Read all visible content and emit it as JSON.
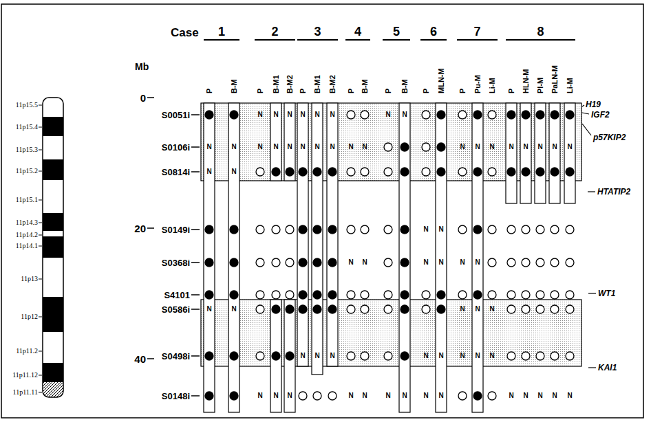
{
  "diagram": {
    "labels": [
      "Case",
      "1",
      "2",
      "3",
      "4",
      "5",
      "6",
      "7",
      "8",
      "P",
      "B-M",
      "P",
      "B-M1",
      "B-M2",
      "P",
      "B-M1",
      "B-M2",
      "P",
      "B-M",
      "P",
      "B-M",
      "P",
      "MLN-M",
      "P",
      "Pu-M",
      "Li-M",
      "P",
      "HLN-M",
      "Pl-M",
      "PaLN-M",
      "Li-M",
      "Mb",
      "0",
      "20",
      "40",
      "11p15.5",
      "11p15.4",
      "11p15.3",
      "11p15.2",
      "11p15.1",
      "11p14.3",
      "11p14.2",
      "11p14.1",
      "11p13",
      "11p12",
      "11p11.2",
      "11p11.12",
      "11p11.11",
      "S0051i",
      "S0106i",
      "S0814i",
      "S0149i",
      "S0368i",
      "S4101",
      "S0586i",
      "S0498i",
      "S0148i",
      "H19",
      "IGF2",
      "p57KIP2",
      "HTATIP2",
      "WT1",
      "KAI1",
      "N",
      "N",
      "N",
      "N",
      "N",
      "N",
      "N",
      "N",
      "N",
      "N",
      "N",
      "N",
      "N",
      "N",
      "N",
      "N",
      "N",
      "N",
      "N",
      "N",
      "N",
      "N",
      "N",
      "N",
      "N",
      "N",
      "N",
      "N",
      "N",
      "N",
      "N",
      "N",
      "N",
      "N",
      "N",
      "N",
      "N",
      "N",
      "N",
      "N",
      "N",
      "N",
      "N",
      "N",
      "N",
      "N",
      "N",
      "N",
      "N",
      "N",
      "N",
      "N",
      "N",
      "N",
      "N",
      "N",
      "N",
      "N",
      "N",
      "N",
      "N",
      "N",
      "N"
    ]
  }
}
